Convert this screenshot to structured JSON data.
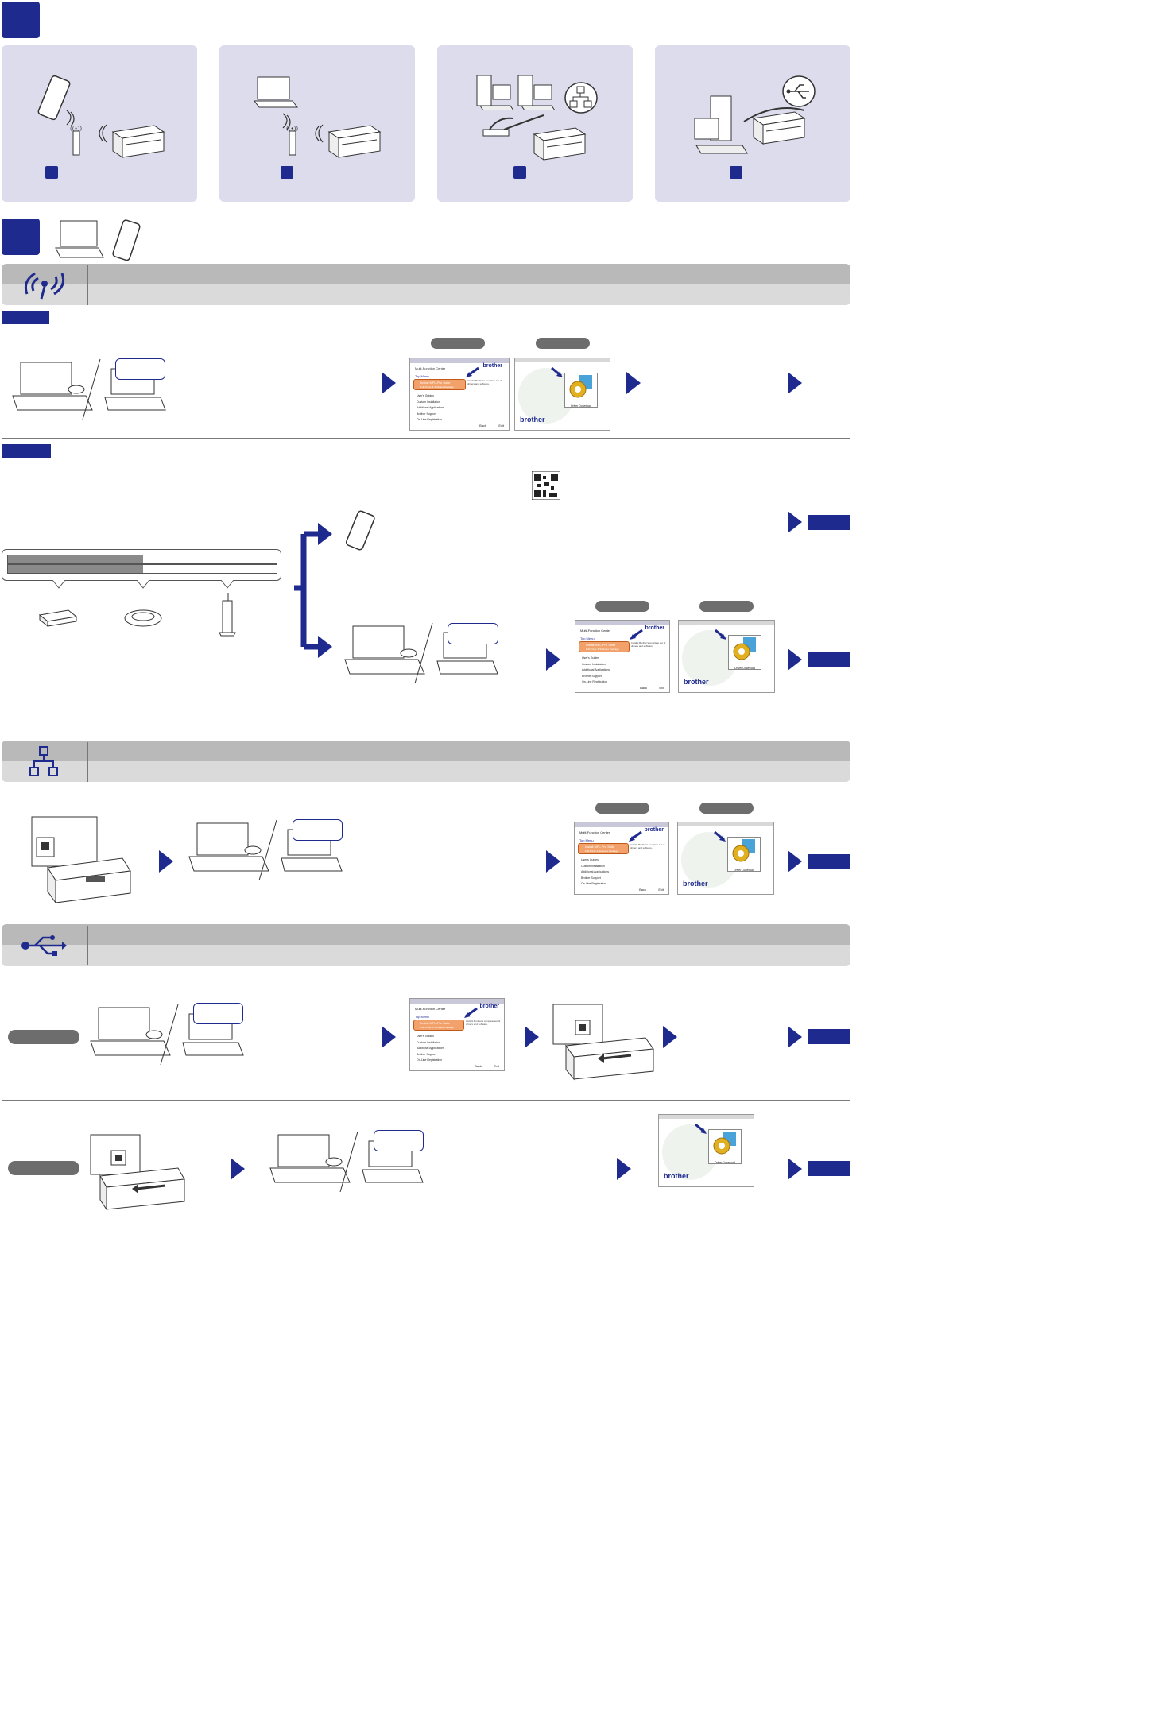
{
  "colors": {
    "navy": "#1f2a8f",
    "panel": "#dcdcec",
    "band_dark": "#b9b9b9",
    "band_light": "#dadada",
    "pill": "#6d6d6d"
  },
  "icons": {
    "phone": "smartphone-icon",
    "laptop": "laptop-icon",
    "router": "wireless-router-icon",
    "printer": "printer-icon",
    "desktop": "desktop-computer-icon",
    "network": "network-icon",
    "usb": "usb-icon",
    "wireless": "wireless-icon",
    "cd": "cd-icon",
    "qr": "qr-code-icon"
  },
  "software": {
    "brand": "brother",
    "mfc_title": "Multi-Function Center",
    "top_menu": "Top Menu",
    "install_item": "Install MFL-Pro Suite",
    "install_sub": "Full Driver & Software Package",
    "menu_items": [
      "User's Guides",
      "Custom Installation",
      "Additional Applications",
      "Brother Support",
      "On-Line Registration"
    ],
    "desc": "Installs Brother's complete set of drivers and software.",
    "driver_download": "Driver Download",
    "back": "Back",
    "exit": "Exit"
  }
}
